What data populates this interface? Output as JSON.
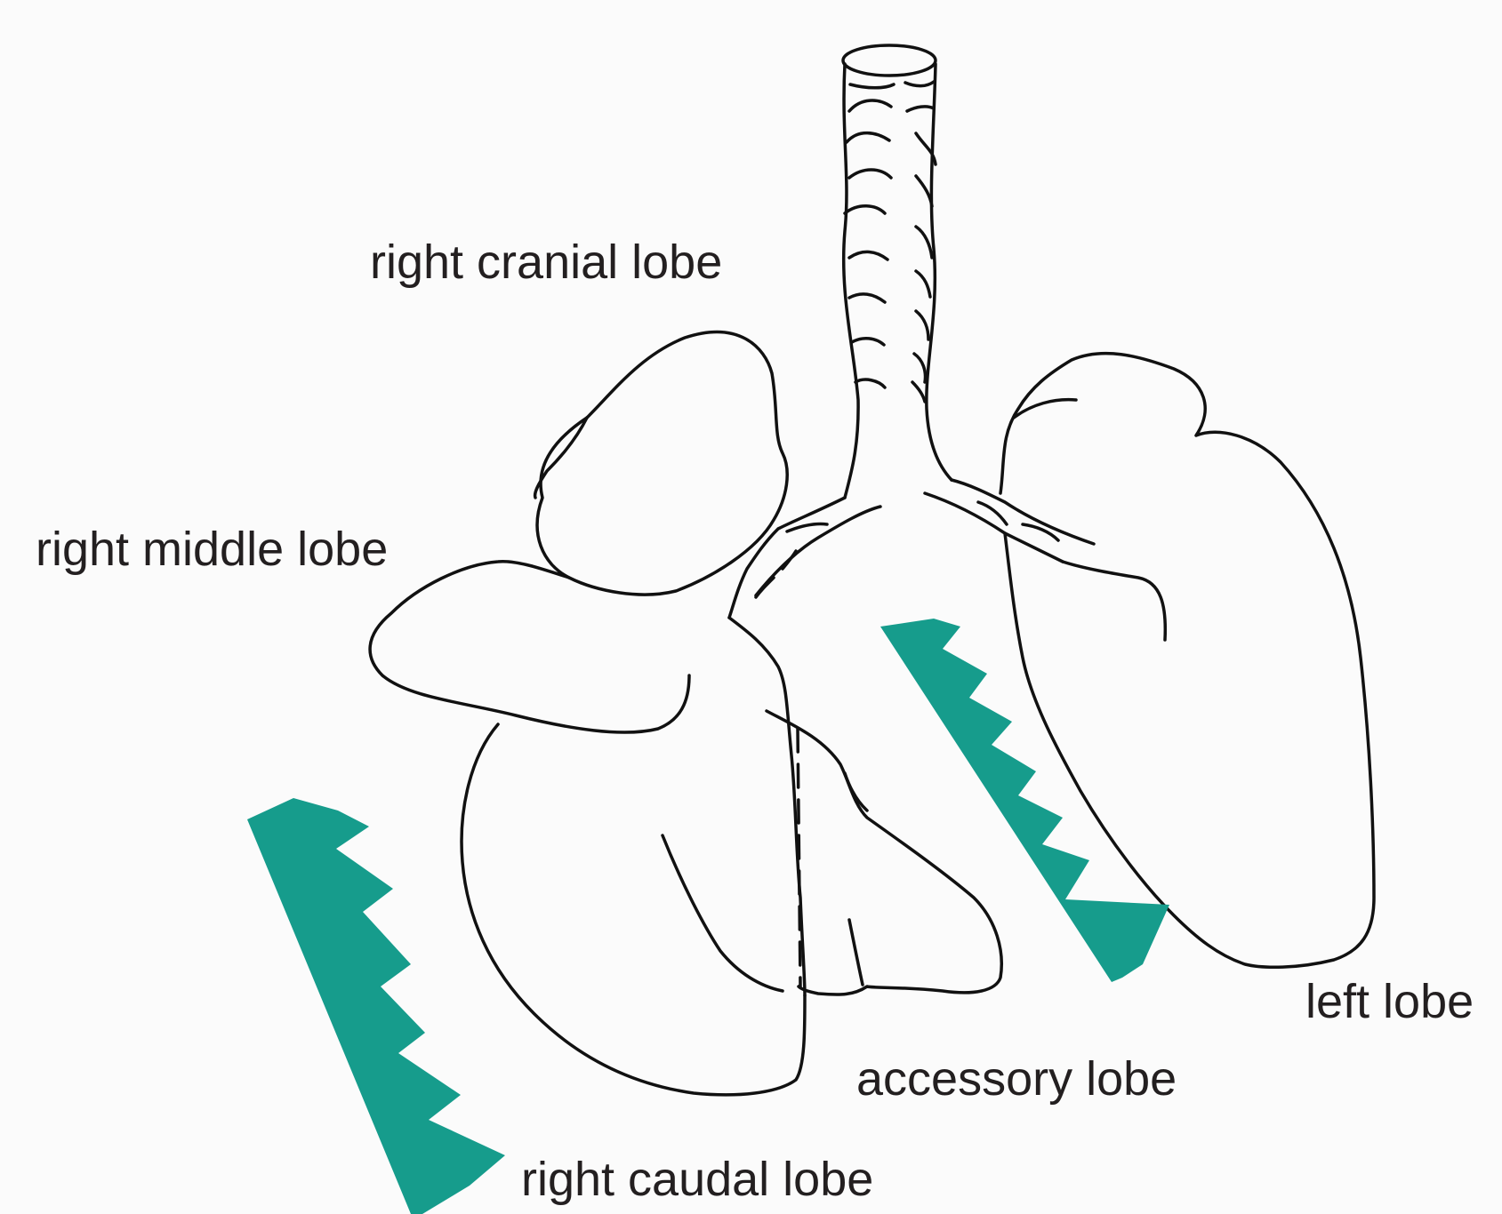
{
  "labels": {
    "right_cranial_lobe": "right cranial lobe",
    "right_middle_lobe": "right middle lobe",
    "left_lobe": "left lobe",
    "accessory_lobe": "accessory lobe",
    "right_caudal_lobe": "right caudal lobe"
  },
  "colors": {
    "arrow": "#169c8c",
    "outline": "#111111",
    "label_text": "#231f20",
    "background": "#fbfbfb"
  },
  "arrows": [
    {
      "name": "arrow-right-caudal",
      "shape": "serrated-wedge"
    },
    {
      "name": "arrow-left-lobe",
      "shape": "serrated-wedge"
    }
  ]
}
